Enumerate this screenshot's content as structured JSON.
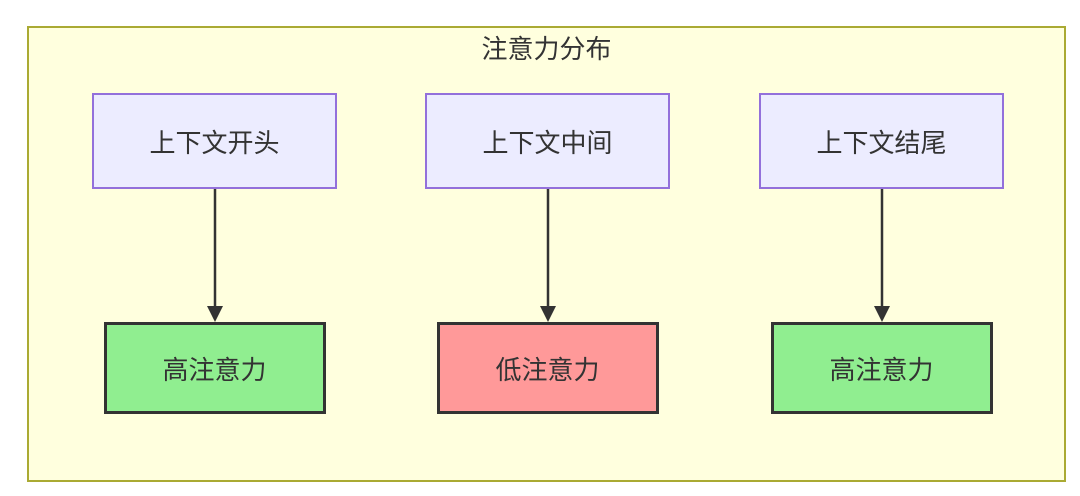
{
  "diagram": {
    "title": "注意力分布",
    "columns": [
      {
        "source": "上下文开头",
        "result": "高注意力",
        "level": "high"
      },
      {
        "source": "上下文中间",
        "result": "低注意力",
        "level": "low"
      },
      {
        "source": "上下文结尾",
        "result": "高注意力",
        "level": "high"
      }
    ],
    "colors": {
      "panel_background": "#ffffde",
      "panel_border": "#aaaa33",
      "source_node_background": "#ececff",
      "source_node_border": "#9370db",
      "high_attention_background": "#90ee90",
      "low_attention_background": "#ff9999",
      "result_node_border": "#333333",
      "arrow": "#333333",
      "text": "#333333"
    }
  }
}
